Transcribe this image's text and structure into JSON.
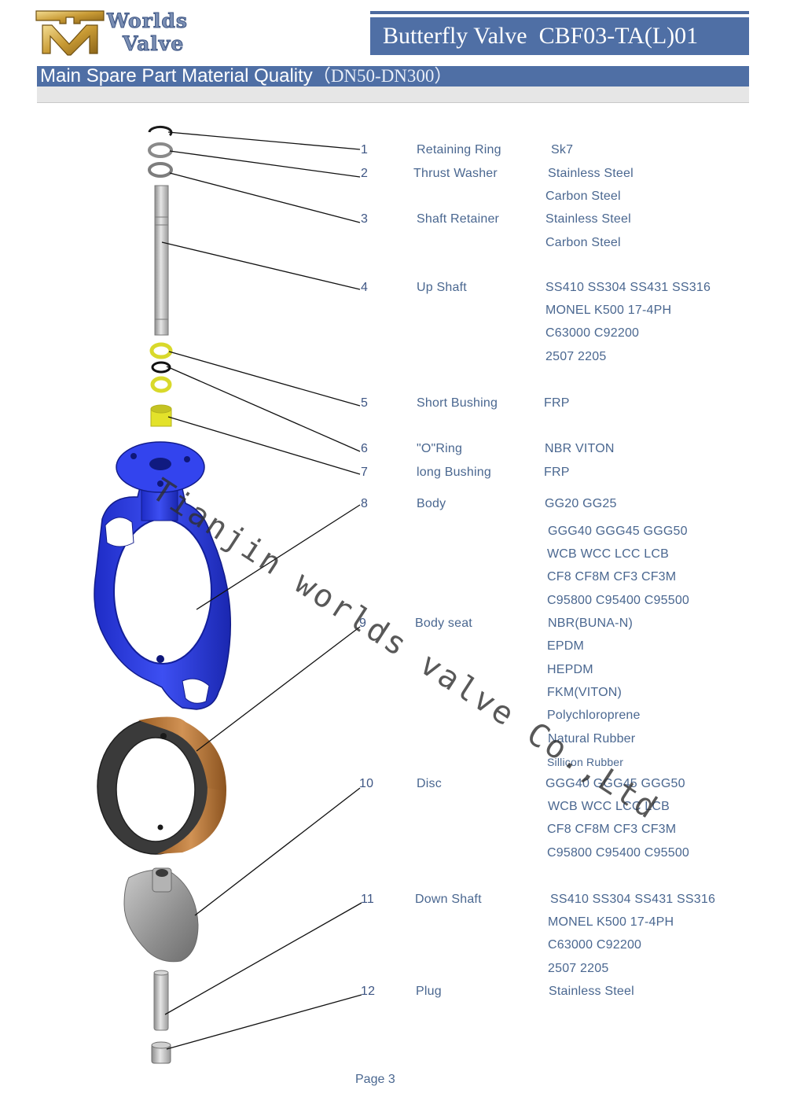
{
  "logo": {
    "line1": "Worlds",
    "line2": "Valve"
  },
  "header": {
    "model_title": "Butterfly Valve  CBF03-TA(L)01",
    "section_title": "Main Spare Part Material Quality",
    "section_range": "（DN50-DN300）"
  },
  "parts": [
    {
      "no": "1",
      "name": "Retaining Ring",
      "materials": [
        "Sk7"
      ]
    },
    {
      "no": "2",
      "name": "Thrust  Washer",
      "materials": [
        "Stainless Steel",
        "Carbon   Steel"
      ]
    },
    {
      "no": "3",
      "name": "Shaft  Retainer",
      "materials": [
        "Stainless Steel",
        "Carbon   Steel"
      ]
    },
    {
      "no": "4",
      "name": "Up Shaft",
      "materials": [
        "SS410 SS304 SS431 SS316",
        "MONEL K500  17-4PH",
        "C63000  C92200",
        "2507 2205"
      ]
    },
    {
      "no": "5",
      "name": "Short Bushing",
      "materials": [
        "FRP"
      ]
    },
    {
      "no": "6",
      "name": "\"O\"Ring",
      "materials": [
        "NBR  VITON"
      ]
    },
    {
      "no": "7",
      "name": "long Bushing",
      "materials": [
        "FRP"
      ]
    },
    {
      "no": "8",
      "name": "Body",
      "materials": [
        "GG20 GG25",
        "GGG40 GGG45 GGG50",
        "WCB WCC LCC LCB",
        "CF8 CF8M CF3 CF3M",
        "C95800 C95400 C95500"
      ]
    },
    {
      "no": "9",
      "name": "Body seat",
      "materials": [
        "NBR(BUNA-N)",
        "EPDM",
        "HEPDM",
        "FKM(VITON)",
        "Polychloroprene",
        "Natural Rubber",
        "Sillicon Rubber"
      ]
    },
    {
      "no": "10",
      "name": "Disc",
      "materials": [
        "GGG40 GGG45 GGG50",
        "WCB WCC LCC LCB",
        "CF8 CF8M CF3 CF3M",
        "C95800 C95400 C95500"
      ]
    },
    {
      "no": "11",
      "name": "Down Shaft",
      "materials": [
        "SS410 SS304 SS431 SS316",
        "MONEL K500  17-4PH",
        "C63000  C92200",
        "2507 2205"
      ]
    },
    {
      "no": "12",
      "name": "Plug",
      "materials": [
        "Stainless Steel"
      ]
    }
  ],
  "watermark": "Tianjin worlds valve Co.,Ltd",
  "footer": {
    "page_label": "Page 3"
  },
  "colors": {
    "header_band": "#4f6fa5",
    "text": "#4a6790",
    "body_blue": "#2f3fe0",
    "bushing_yellow": "#e3e22a",
    "seat_bronze": "#b8773b"
  }
}
